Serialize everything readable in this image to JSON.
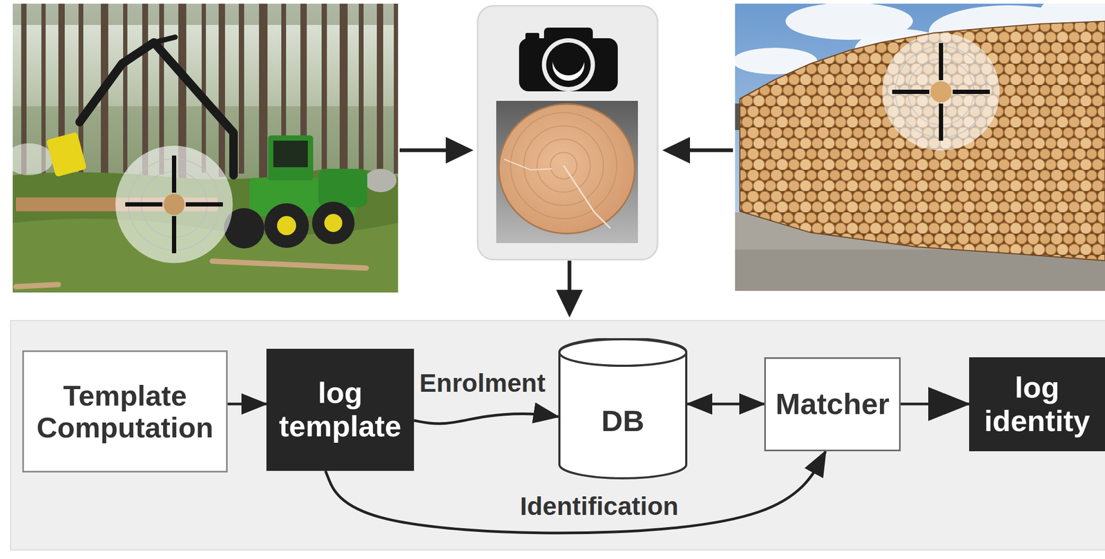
{
  "diagram": {
    "nodes": [
      {
        "text": [
          "Template Computation"
        ]
      },
      {
        "text": [
          "log template"
        ]
      },
      {
        "text": [
          "DB"
        ]
      },
      {
        "text": [
          "Matcher"
        ]
      },
      {
        "text": [
          "log identity"
        ]
      }
    ],
    "edges": [
      {
        "from": 0,
        "to": 1,
        "arrow": "to"
      },
      {
        "from": 1,
        "to": 2,
        "label": "Enrolment",
        "arrow": "to"
      },
      {
        "from": 2,
        "to": 3,
        "arrow": "both"
      },
      {
        "from": 3,
        "to": 4,
        "arrow": "to"
      },
      {
        "from": 1,
        "to": 3,
        "label": "Identification",
        "arrow": "to"
      }
    ]
  }
}
